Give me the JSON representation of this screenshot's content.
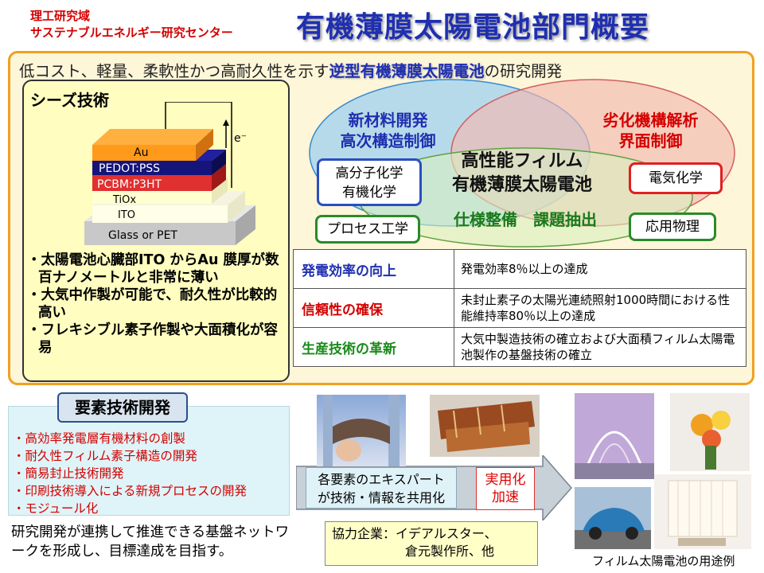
{
  "header": {
    "org_line1": "理工研究域",
    "org_line2": "サステナブルエネルギー研究センター",
    "title": "有機薄膜太陽電池部門概要"
  },
  "headline": {
    "prefix": "低コスト、軽量、柔軟性かつ高耐久性を示す",
    "highlight": "逆型有機薄膜太陽電池",
    "suffix": "の研究開発"
  },
  "seeds": {
    "title": "シーズ技術",
    "layers": [
      "Au",
      "PEDOT:PSS",
      "PCBM:P3HT",
      "TiOx",
      "ITO",
      "Glass or PET"
    ],
    "electron": "e⁻",
    "bullets": [
      "・太陽電池心臓部ITO からAu 膜厚が数百ナノメートルと非常に薄い",
      "・大気中作製が可能で、耐久性が比較的高い",
      "・フレキシブル素子作製や大面積化が容易"
    ]
  },
  "venn": {
    "left_line1": "新材料開発",
    "left_line2": "高次構造制御",
    "right_line1": "劣化機構解析",
    "right_line2": "界面制御",
    "center_line1": "高性能フィルム",
    "center_line2": "有機薄膜太陽電池",
    "bottom": "仕様整備　課題抽出",
    "box_polymer_line1": "高分子化学",
    "box_polymer_line2": "有機化学",
    "box_electro": "電気化学",
    "box_process": "プロセス工学",
    "box_physics": "応用物理"
  },
  "goals": [
    {
      "key": "発電効率の向上",
      "value": "発電効率8％以上の達成",
      "color": "#1f2fb0"
    },
    {
      "key": "信頼性の確保",
      "value": "未封止素子の太陽光連続照射1000時間における性能維持率80％以上の達成",
      "color": "#d40000"
    },
    {
      "key": "生産技術の革新",
      "value": "大気中製造技術の確立および大面積フィルム太陽電池製作の基盤技術の確立",
      "color": "#1a8a1a"
    }
  ],
  "elements": {
    "title": "要素技術開発",
    "items": [
      "・高効率発電層有機材料の創製",
      "・耐久性フィルム素子構造の開発",
      "・簡易封止技術開発",
      "・印刷技術導入による新規プロセスの開発",
      "・モジュール化"
    ]
  },
  "bottom_text": "研究開発が連携して推進できる基盤ネットワークを形成し、目標達成を目指す。",
  "expert": {
    "line1": "各要素のエキスパート",
    "line2": "が技術・情報を共用化"
  },
  "jitsu": {
    "line1": "実用化",
    "line2": "加速"
  },
  "partners": {
    "line1": "協力企業：イデアルスター、",
    "line2": "倉元製作所、他"
  },
  "caption": "フィルム太陽電池の用途例"
}
